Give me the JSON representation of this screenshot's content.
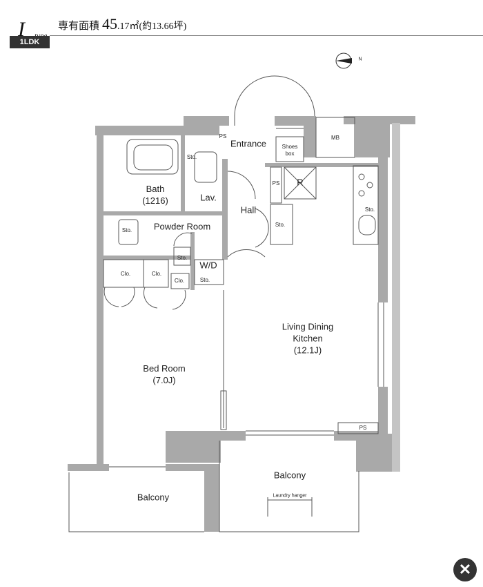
{
  "header": {
    "type_letter": "I",
    "type_word": "type",
    "layout": "1LDK",
    "area_label": "専有面積",
    "area_int": "45",
    "area_dec": ".17",
    "area_unit": "㎡",
    "area_tsubo": "(約13.66坪)"
  },
  "compass": {
    "label": "N"
  },
  "rooms": {
    "entrance": "Entrance",
    "shoes_box_line1": "Shoes",
    "shoes_box_line2": "box",
    "mb": "MB",
    "ps_entrance": "PS",
    "ps_hall": "PS",
    "ps_ldk": "PS",
    "fridge": "R",
    "bath_line1": "Bath",
    "bath_line2": "(1216)",
    "lav": "Lav.",
    "hall": "Hall",
    "sto_lav": "Sto.",
    "sto_hall": "Sto.",
    "sto_kitchen": "Sto.",
    "sto_powder_left": "Sto.",
    "sto_powder_right": "Sto.",
    "sto_wd": "Sto.",
    "powder_room": "Powder Room",
    "wd": "W/D",
    "clo_1": "Clo.",
    "clo_2": "Clo.",
    "clo_3": "Clo.",
    "ldk_line1": "Living Dining",
    "ldk_line2": "Kitchen",
    "ldk_line3": "(12.1J)",
    "bed_line1": "Bed Room",
    "bed_line2": "(7.0J)",
    "balcony_left": "Balcony",
    "balcony_right": "Balcony",
    "laundry": "Laundry hanger"
  },
  "colors": {
    "wall": "#a9a9a9",
    "line": "#555555",
    "badge": "#333333"
  },
  "controls": {
    "close_symbol": "✕"
  }
}
